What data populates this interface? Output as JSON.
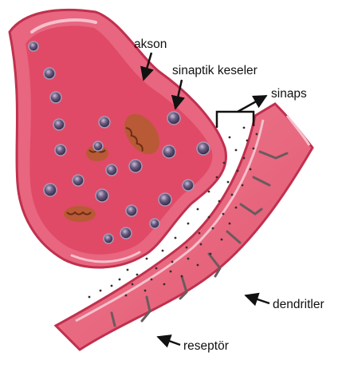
{
  "labels": {
    "akson": "akson",
    "sinaptik_keseler": "sinaptik keseler",
    "sinaps": "sinaps",
    "dendritler": "dendritler",
    "reseptor": "reseptör"
  },
  "colors": {
    "membrane": "#e8667f",
    "membrane_dark": "#d7405f",
    "cytoplasm": "#e04a66",
    "highlight": "#f7c0cc",
    "vesicle": "#4a3f5e",
    "vesicle_rim": "#a89ab8",
    "mitochondrion": "#b85a35",
    "neurotransmitter": "#3a2a2a",
    "label_text": "#111111",
    "pointer": "#111111"
  },
  "icons": [
    "vesicle-icon",
    "mitochondrion-icon",
    "receptor-icon",
    "arrow-icon"
  ]
}
